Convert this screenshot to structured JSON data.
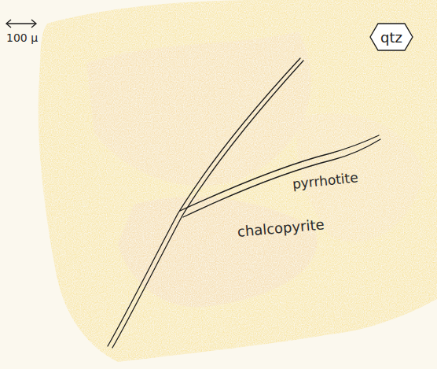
{
  "diagram": {
    "nodes": [
      {
        "text": [
          "qtz"
        ]
      }
    ],
    "labels": [
      "100 μ",
      "pyrrhotite",
      "chalcopyrite"
    ]
  }
}
